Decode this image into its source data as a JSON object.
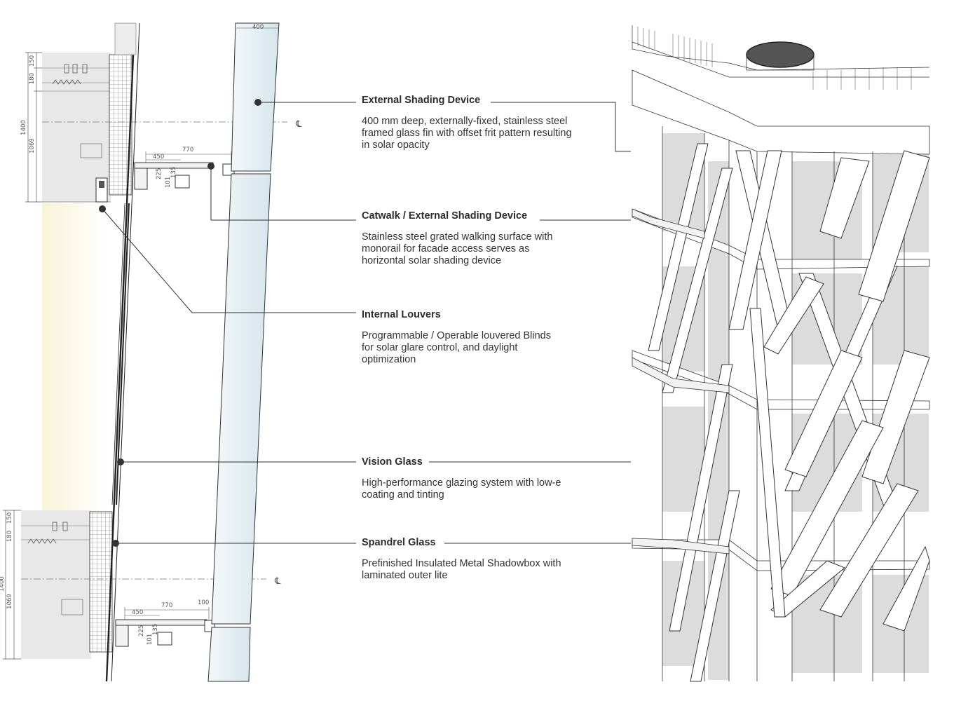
{
  "callouts": [
    {
      "title": "External Shading Device",
      "description": "400 mm deep, externally-fixed, stainless steel framed glass fin with offset frit pattern resulting in solar opacity"
    },
    {
      "title": "Catwalk / External Shading Device",
      "description": "Stainless steel grated walking surface with monorail for facade access serves as horizontal solar shading device"
    },
    {
      "title": "Internal Louvers",
      "description": "Programmable / Operable louvered Blinds for solar glare control, and daylight optimization"
    },
    {
      "title": "Vision Glass",
      "description": "High-performance glazing system with low-e coating and tinting"
    },
    {
      "title": "Spandrel Glass",
      "description": "Prefinished Insulated Metal Shadowbox with laminated outer lite"
    }
  ],
  "dimensions": {
    "fin_depth": "400",
    "d150": "150",
    "d180": "180",
    "d1400": "1400",
    "d1069": "1069",
    "d450": "450",
    "d770": "770",
    "d225": "225",
    "d101": "101",
    "d135": "135",
    "d100": "100",
    "centerline": "℄"
  },
  "colors": {
    "line": "#333333",
    "glass": "#dfe9ee",
    "slab": "#e6e6e6",
    "warm_light": "#fbf7e2"
  }
}
